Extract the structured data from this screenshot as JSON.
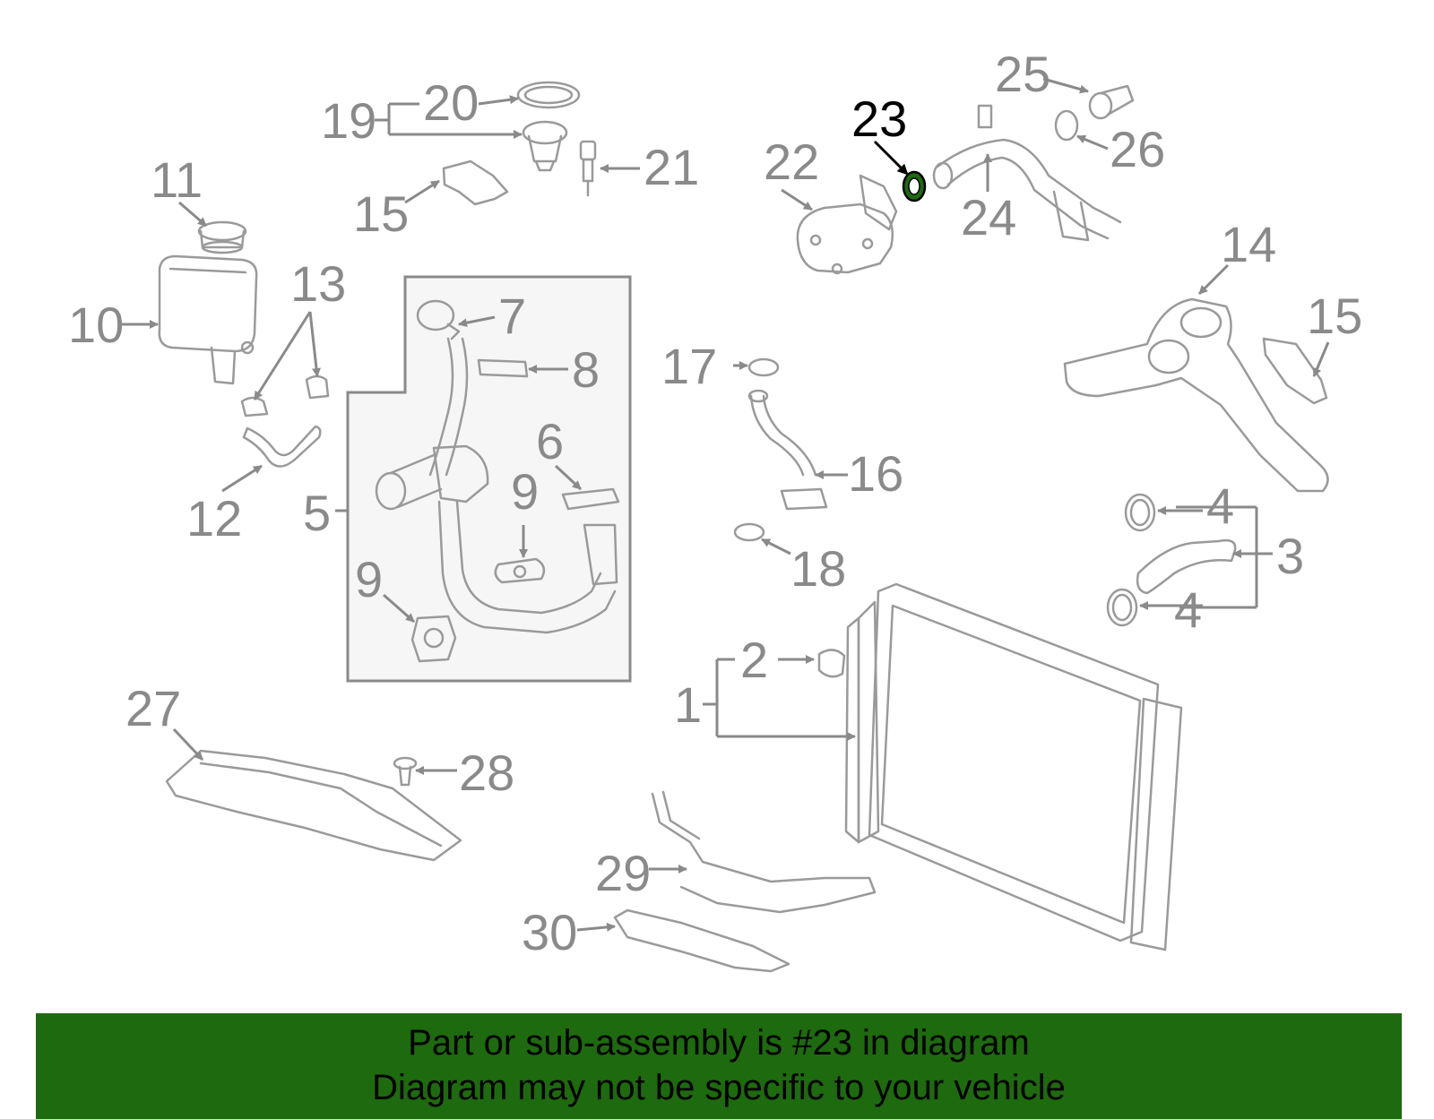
{
  "diagram": {
    "highlight_color": "#1e6a0e",
    "line_color": "#9a9a9a",
    "callouts": {
      "c1": "1",
      "c2": "2",
      "c3": "3",
      "c4a": "4",
      "c4b": "4",
      "c5": "5",
      "c6": "6",
      "c7": "7",
      "c8": "8",
      "c9a": "9",
      "c9b": "9",
      "c10": "10",
      "c11": "11",
      "c12": "12",
      "c13": "13",
      "c14": "14",
      "c15a": "15",
      "c15b": "15",
      "c16": "16",
      "c17": "17",
      "c18": "18",
      "c19": "19",
      "c20": "20",
      "c21": "21",
      "c22": "22",
      "c23": "23",
      "c24": "24",
      "c25": "25",
      "c26": "26",
      "c27": "27",
      "c28": "28",
      "c29": "29",
      "c30": "30"
    }
  },
  "banner": {
    "line1": "Part or sub-assembly is #23 in diagram",
    "line2": "Diagram may not be specific to your vehicle"
  }
}
